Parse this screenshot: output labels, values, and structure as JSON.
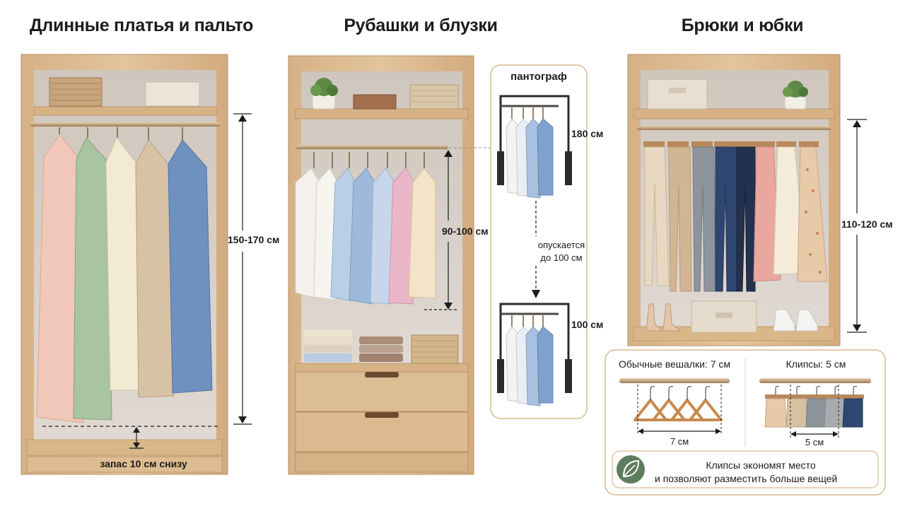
{
  "sections": {
    "dresses": {
      "title": "Длинные платья и пальто",
      "height_label": "150-170 см",
      "bottom_label": "запас 10 см снизу"
    },
    "shirts": {
      "title": "Рубашки и блузки",
      "height_label": "90-100 см"
    },
    "pants": {
      "title": "Брюки и юбки",
      "height_label": "110-120 см"
    }
  },
  "pantograph": {
    "title": "пантограф",
    "top_label": "180 см",
    "move_line1": "опускается",
    "move_line2": "до 100 см",
    "bottom_label": "100 см"
  },
  "hanger_comparison": {
    "regular": {
      "heading": "Обычные вешалки: 7 см",
      "dim": "7 см"
    },
    "clips": {
      "heading": "Клипсы: 5 см",
      "dim": "5 см"
    },
    "note_line1": "Клипсы экономят место",
    "note_line2": "и позволяют разместить больше вещей",
    "note_icon": "leaf-icon"
  },
  "colors": {
    "wood": "#dcb98f",
    "wood_dark": "#c9a070",
    "wall": "#d9d3cc",
    "accent_green": "#5f7d5e"
  }
}
